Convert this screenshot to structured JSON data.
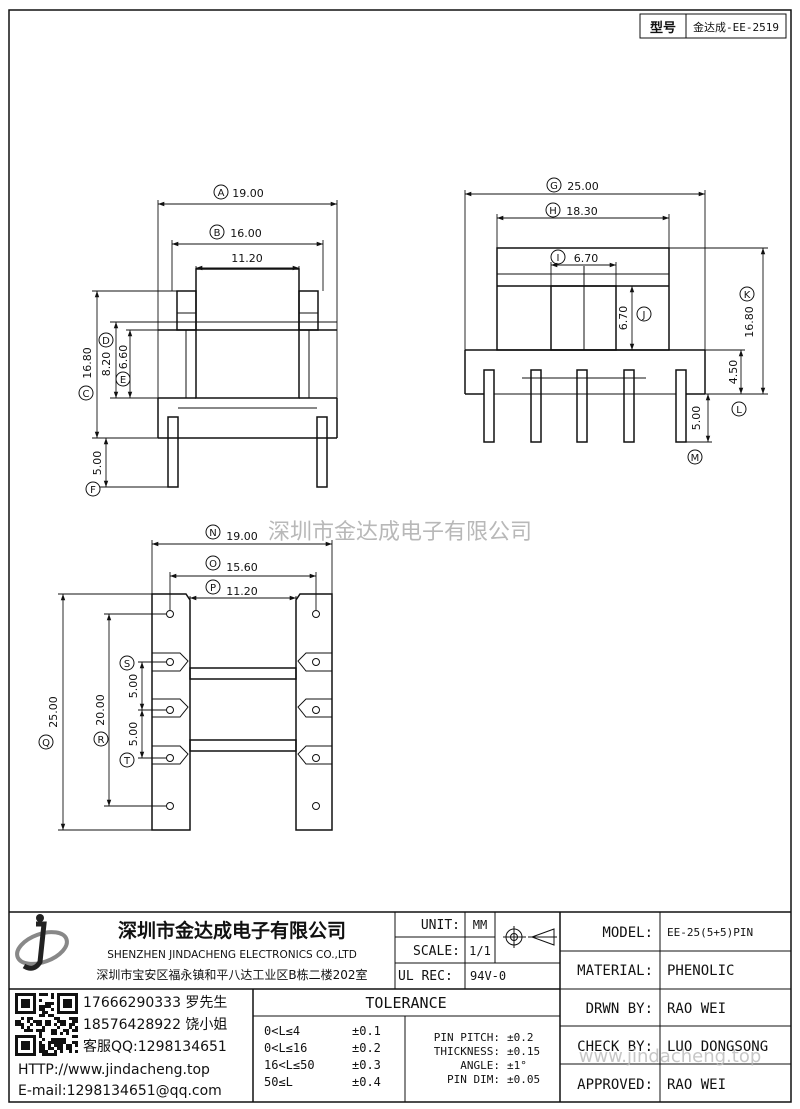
{
  "header": {
    "model_label": "型号",
    "model_value": "金达成-EE-2519"
  },
  "watermark_center": "深圳市金达成电子有限公司",
  "watermark_url": "www.jindacheng.top",
  "views": {
    "front": {
      "dims": [
        {
          "letter": "A",
          "value": "19.00"
        },
        {
          "letter": "B",
          "value": "16.00"
        },
        {
          "value": "11.20"
        },
        {
          "letter": "C",
          "value": "16.80"
        },
        {
          "letter": "D",
          "value": "8.20"
        },
        {
          "letter": "E",
          "value": "6.60"
        },
        {
          "letter": "F",
          "value": "5.00"
        }
      ]
    },
    "side": {
      "dims": [
        {
          "letter": "G",
          "value": "25.00"
        },
        {
          "letter": "H",
          "value": "18.30"
        },
        {
          "letter": "I",
          "value": "6.70"
        },
        {
          "letter": "J",
          "value": "6.70"
        },
        {
          "letter": "K",
          "value": "16.80"
        },
        {
          "letter": "L",
          "value": "4.50"
        },
        {
          "letter": "M",
          "value": "5.00"
        }
      ]
    },
    "bottom": {
      "dims": [
        {
          "letter": "N",
          "value": "19.00"
        },
        {
          "letter": "O",
          "value": "15.60"
        },
        {
          "letter": "P",
          "value": "11.20"
        },
        {
          "letter": "Q",
          "value": "25.00"
        },
        {
          "letter": "R",
          "value": "20.00"
        },
        {
          "letter": "S",
          "value": "5.00"
        },
        {
          "letter": "T",
          "value": "5.00"
        }
      ]
    }
  },
  "title_block": {
    "company_cn": "深圳市金达成电子有限公司",
    "company_en": "SHENZHEN JINDACHENG ELECTRONICS CO.,LTD",
    "address": "深圳市宝安区福永镇和平八达工业区B栋二楼202室",
    "contacts": [
      "17666290333 罗先生",
      "18576428922 饶小姐",
      "客服QQ:1298134651",
      "HTTP://www.jindacheng.top",
      "E-mail:1298134651@qq.com"
    ],
    "unit_label": "UNIT:",
    "unit_value": "MM",
    "scale_label": "SCALE:",
    "scale_value": "1/1",
    "ulrec_label": "UL REC:",
    "ulrec_value": "94V-0",
    "tolerance_title": "TOLERANCE",
    "tolerance_rows": [
      {
        "range": "0<L≤4",
        "tol": "±0.1"
      },
      {
        "range": "0<L≤16",
        "tol": "±0.2"
      },
      {
        "range": "16<L≤50",
        "tol": "±0.3"
      },
      {
        "range": "50≤L",
        "tol": "±0.4"
      }
    ],
    "pin_rows": [
      {
        "label": "PIN PITCH:",
        "value": "±0.2"
      },
      {
        "label": "THICKNESS:",
        "value": "±0.15"
      },
      {
        "label": "ANGLE:",
        "value": "±1°"
      },
      {
        "label": "PIN DIM:",
        "value": "±0.05"
      }
    ],
    "fields": [
      {
        "label": "MODEL:",
        "value": "EE-25(5+5)PIN"
      },
      {
        "label": "MATERIAL:",
        "value": "PHENOLIC"
      },
      {
        "label": "DRWN BY:",
        "value": "RAO WEI"
      },
      {
        "label": "CHECK BY:",
        "value": "LUO DONGSONG"
      },
      {
        "label": "APPROVED:",
        "value": "RAO WEI"
      }
    ]
  }
}
